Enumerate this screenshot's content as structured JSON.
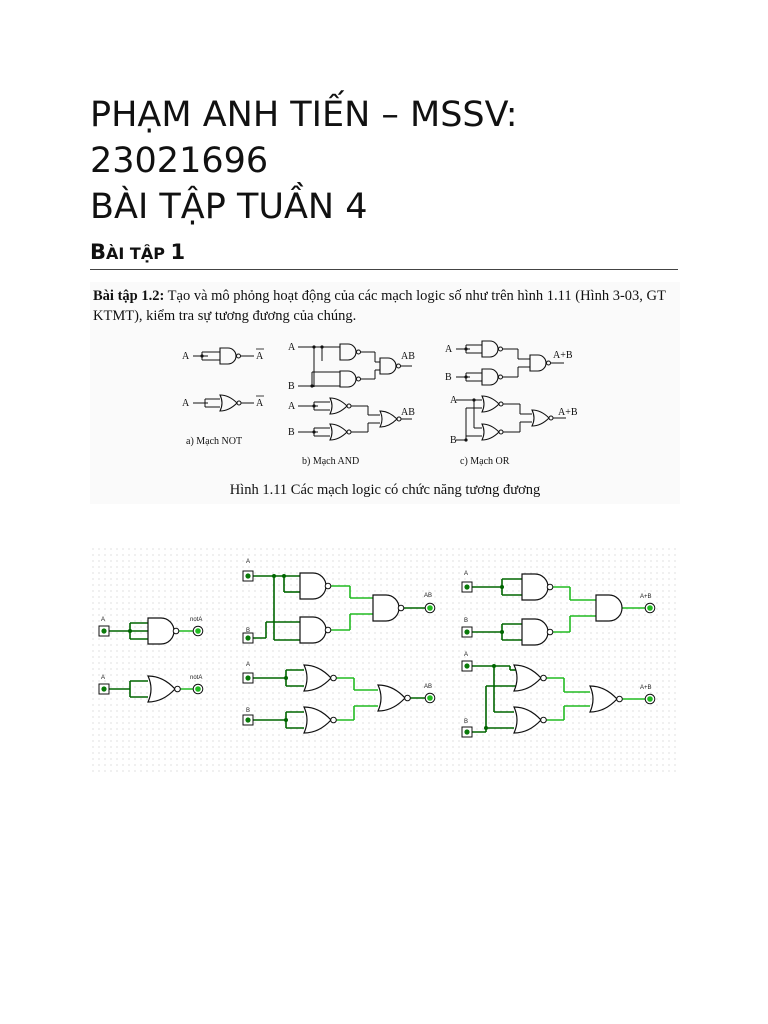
{
  "title": {
    "line1": "PHẠM ANH TIẾN – MSSV:",
    "line2": "23021696",
    "line3": "BÀI TẬP TUẦN 4"
  },
  "section": {
    "initial": "B",
    "rest": "ÀI TẬP",
    "number": "1"
  },
  "exercise": {
    "heading": "Bài tập 1.2:",
    "text": "Tạo và mô phỏng hoạt động của các mạch logic số như trên hình 1.11 (Hình 3-03, GT KTMT), kiểm tra sự tương đương của chúng.",
    "caption": "Hình 1.11 Các mạch logic có chức năng tương đương",
    "labels": {
      "a": "A",
      "b": "B",
      "nota": "A",
      "ab": "AB",
      "apb": "A+B",
      "not_caption": "a) Mạch NOT",
      "and_caption": "b) Mạch AND",
      "or_caption": "c) Mạch OR"
    }
  },
  "simulation": {
    "labels": {
      "a": "A",
      "b": "B",
      "nota": "notA",
      "ab": "AB",
      "apb": "A+B"
    },
    "colors": {
      "wire_high": "#22bb22",
      "wire_low": "#006600",
      "gate": "#111111"
    }
  }
}
